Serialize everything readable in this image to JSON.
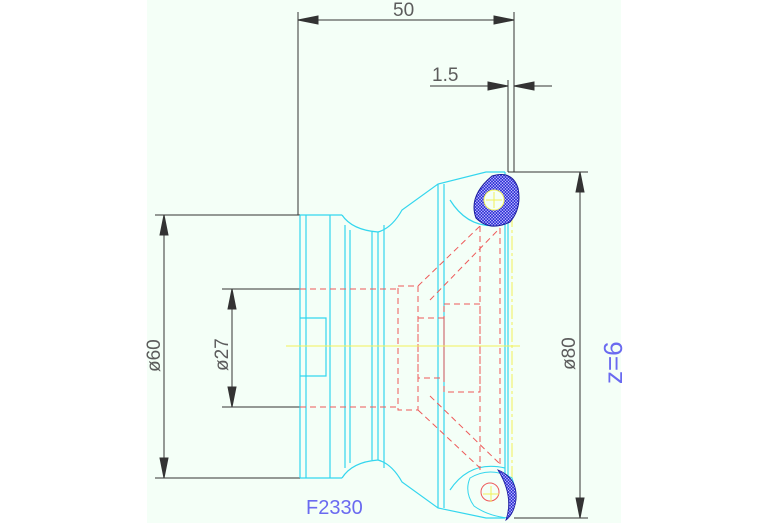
{
  "drawing": {
    "dim_overall_length": "50",
    "dim_offset": "1.5",
    "dim_bore": "ø27",
    "dim_hub": "ø60",
    "dim_cutter": "ø80",
    "insert_count": "z=6",
    "part_code": "F2330"
  },
  "colors": {
    "paper": "#ffffff",
    "canvas": "#f4fff7",
    "body_outline": "#33d6ee",
    "hidden_line": "#ee5a5a",
    "center_line": "#f2f25a",
    "dimension": "#333333",
    "label_blue": "#6a6af0",
    "insert_fill": "#3a3ad8"
  }
}
